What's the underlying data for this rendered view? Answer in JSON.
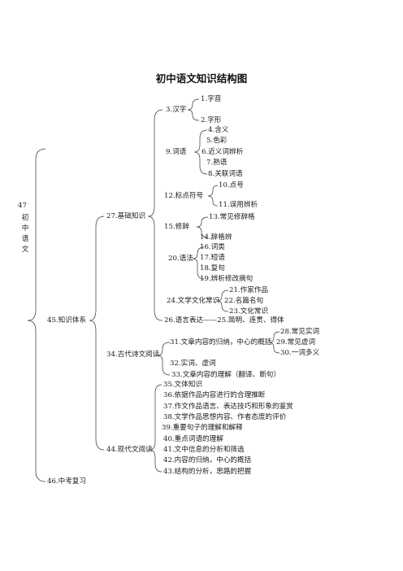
{
  "title": "初中语文知识结构图",
  "root": {
    "number": "47",
    "chars": [
      "初",
      "中",
      "语",
      "文"
    ]
  },
  "level1": {
    "system": "45.知识体系",
    "review": "46.中考复习"
  },
  "level2": {
    "basic": "27.基础知识",
    "classical": "34.古代诗文阅读",
    "modern": "44.现代文阅读"
  },
  "basic": {
    "chars": {
      "label": "3.汉字",
      "items": [
        "1.字音",
        "2.字形"
      ]
    },
    "words": {
      "label": "9.词语",
      "items": [
        "4.含义",
        "5.色彩",
        "6.近义词辨析",
        "7.熟语",
        "8.关联词语"
      ]
    },
    "punct": {
      "label": "12.标点符号",
      "items": [
        "10.点号",
        "11.误用辨析"
      ]
    },
    "rhet": {
      "label": "15.修辞",
      "items": [
        "13.常见修辞格",
        "14.辞格辨"
      ]
    },
    "gram": {
      "label": "20.语法",
      "items": [
        "16.词类",
        "17.短语",
        "18.复句",
        "19.辨析修改病句"
      ]
    },
    "lit": {
      "label": "24.文学文化常识",
      "items": [
        "21.作家作品",
        "22.名篇名句",
        "23.文化常识"
      ]
    },
    "expr": "26.语言表达——25.简明、连贯、得体"
  },
  "classical": {
    "content": {
      "label": "31.文章内容的归纳，中心的概括",
      "items": [
        "28.常见实词",
        "29.常见虚词",
        "30.一词多义"
      ]
    },
    "words": "32.实词、虚词",
    "understand": "33.文章内容的理解（翻译、断句）"
  },
  "modern": [
    "35.文体知识",
    "36.依据作品内容进行的合理推断",
    "37.作文作品语言、表达技巧和形象的鉴赏",
    "38.文学作品思想内容、作者态度的评价",
    "39.重要句子的理解和解释",
    "40.重点词语的理解",
    "41.文中信息的分析和筛选",
    "42.内容的归纳，中心的概括",
    "43.结构的分析，思路的把握"
  ]
}
